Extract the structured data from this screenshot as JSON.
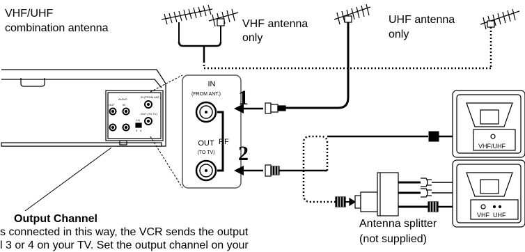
{
  "labels": {
    "combo_antenna_line1": "VHF/UHF",
    "combo_antenna_line2": "combination antenna",
    "vhf_antenna_line1": "VHF antenna",
    "vhf_antenna_line2": "only",
    "uhf_antenna_line1": "UHF antenna",
    "uhf_antenna_line2": "only",
    "splitter_line1": "Antenna splitter",
    "splitter_line2": "(not supplied)",
    "output_channel_heading": "Output Channel",
    "body_line1": "s connected in this way, the VCR sends the output",
    "body_line2": "l 3 or 4 on your TV. Set the output channel on your"
  },
  "panel": {
    "in_label": "IN",
    "in_sub": "(FROM ANT.)",
    "out_label": "OUT",
    "out_sub": "(TO TV)",
    "rf_label": "RF"
  },
  "steps": {
    "step1": "1",
    "step2": "2"
  },
  "tv": {
    "top_terminal": "VHF/UHF",
    "bottom_vhf": "VHF",
    "bottom_uhf": "UHF"
  },
  "vcr_back": {
    "audio": "AUDIO",
    "out": "OUT",
    "in": "IN",
    "ch": "CH",
    "ch3": "3",
    "ch4": "4",
    "in_from_ant": "IN (FROM ANT.)",
    "out_to_tv": "OUT (TO TV)"
  }
}
